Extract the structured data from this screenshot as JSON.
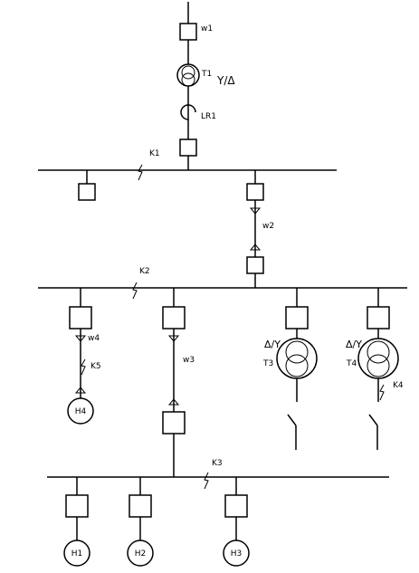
{
  "labels": {
    "w1": "w1",
    "t1": "T1",
    "t1_conn": "Y/Δ",
    "lr1": "LR1",
    "k1": "K1",
    "w2": "w2",
    "k2": "K2",
    "w4": "w4",
    "k5": "K5",
    "h4": "H4",
    "w3": "w3",
    "t3": "T3",
    "t3_conn": "Δ/Y",
    "t4": "T4",
    "t4_conn": "Δ/Y",
    "k4": "K4",
    "k3": "K3",
    "h1": "H1",
    "h2": "H2",
    "h3": "H3"
  }
}
